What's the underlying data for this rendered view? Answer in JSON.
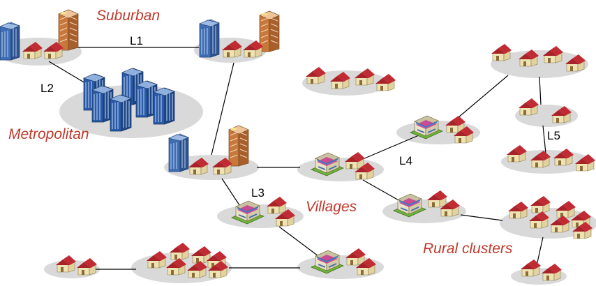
{
  "labels": {
    "suburban": "Suburban",
    "metropolitan": "Metropolitan",
    "villages": "Villages",
    "rural_clusters": "Rural clusters"
  },
  "links": {
    "l1": "L1",
    "l2": "L2",
    "l3": "L3",
    "l4": "L4",
    "l5": "L5"
  },
  "colors": {
    "region_label": "#c0392b",
    "ellipse": "#d9d9d9",
    "roof": "#a8222a",
    "wall": "#efe3b3",
    "tower_blue": "#3f6db3",
    "tower_orange": "#c8783a",
    "glass": "#2a5aa8",
    "village_center": "#6fb23a"
  },
  "icons": {
    "house": "house-icon",
    "tower": "office-tower-icon",
    "village_center": "village-center-icon"
  }
}
